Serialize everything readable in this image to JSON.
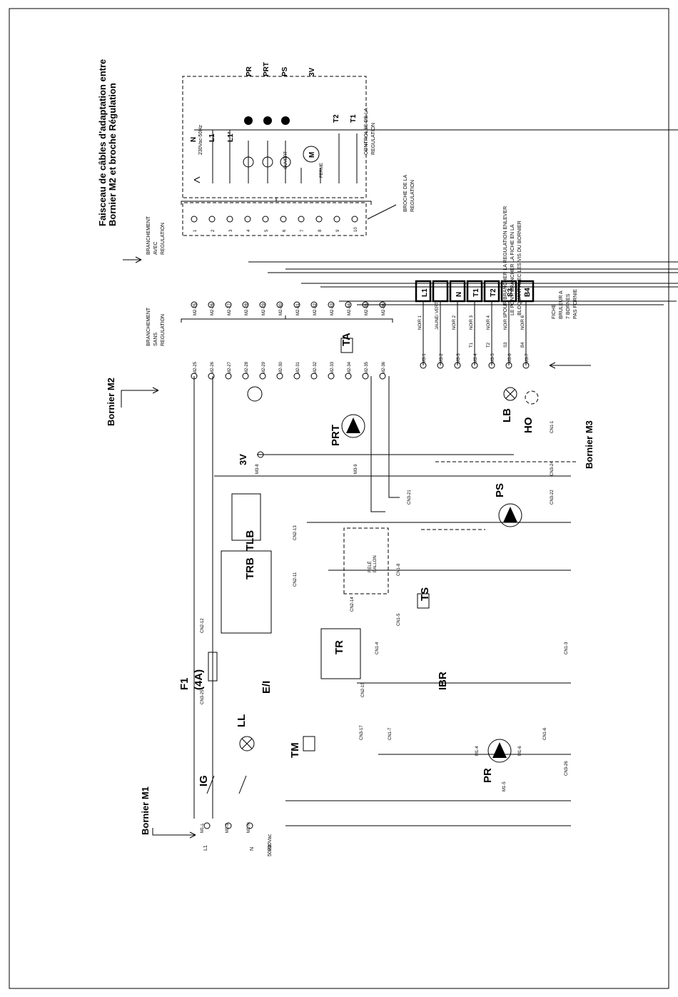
{
  "labels": {
    "title": "Faisceau de câbles d'adaptation entre",
    "title2": "Bornier M2 et broche Régulation",
    "bornier_m2": "Bornier M2",
    "bornier_m3": "Bornier M3",
    "bornier_m1": "Bornier M1",
    "avec1": "BRANCHEMENT",
    "avec2": "AVEC",
    "avec3": "REGULATION",
    "sans1": "BRANCHEMENT",
    "sans2": "SANS",
    "sans3": "REGULATION",
    "broche1": "BROCHE DE LA",
    "broche2": "REGULATION",
    "ctrl1": "CONTROLES DE LA",
    "ctrl2": "REGULATION",
    "supply_reg": "230Vac-50Hz",
    "supply1": "230Vac",
    "supply2": "50Hz",
    "note1": "POUR BRANCHER LA REGULATION ENLEVER",
    "note2": "LE PONT, BRANCHER LA FICHE EN LA",
    "note3": "BLOQUANT AVEC LES VIS DU BORNIER",
    "fiche1": "FICHE",
    "fiche2": "BRULEUR A",
    "fiche3": "7 BORNES",
    "fiche4": "PAS FORNIE",
    "reg_top": [
      "PR",
      "PRT",
      "PS",
      "3V"
    ],
    "reg_left": [
      "N",
      "L1",
      "L1'",
      "T2",
      "T1"
    ],
    "ouvert": "OUVERT",
    "ferme": "FERME",
    "motor": "M",
    "reg_pins": [
      "1",
      "2",
      "3",
      "4",
      "5",
      "6",
      "7",
      "8",
      "9",
      "10"
    ],
    "m2_avec": [
      "M2-25",
      "M2-26",
      "M2-27",
      "M2-28",
      "M2-29",
      "M2-30",
      "M2-31",
      "M2-32",
      "M2-33",
      "M2-34",
      "M2-35",
      "M2-36"
    ],
    "m2_sans": [
      "M2-25",
      "M2-26",
      "M2-27",
      "M2-28",
      "M2-29",
      "M2-30",
      "M2-31",
      "M2-32",
      "M2-33",
      "M2-34",
      "M2-35",
      "M2-36"
    ],
    "plug_boxes": [
      "L1",
      "",
      "N",
      "T1",
      "T2",
      "S3",
      "B4"
    ],
    "m3_wires": [
      "NOIR 1",
      "JAUNE/ VERT",
      "NOIR 2",
      "NOIR 3",
      "NOIR 4",
      "NOIR 5",
      "NOIR 6"
    ],
    "m3_sig": [
      "",
      "",
      "",
      "T1",
      "T2",
      "S3",
      "B4"
    ],
    "m3_pins": [
      "M3-1",
      "M3-2",
      "M3-3",
      "M3-4",
      "M3-5",
      "M3-6",
      "M3-7"
    ],
    "comps": {
      "ta": "TA",
      "prt": "PRT",
      "v3": "3V",
      "m38": "M3-8",
      "m39": "M3-9",
      "lb": "LB",
      "ho": "HO",
      "ps": "PS",
      "tlb": "TLB",
      "trb": "TRB",
      "relay1": "RELÉ",
      "relay2": "BALLON",
      "ts": "TS",
      "tr": "TR",
      "ibr": "IBR",
      "f1": "F1",
      "f1r": "(4A)",
      "ei": "E/I",
      "tm": "TM",
      "ll": "LL",
      "ig": "IG",
      "pr": "PR",
      "m1_4": "M1-4",
      "m1_5": "M1-5",
      "m1_6": "M1-6",
      "m1_l": "M1-L",
      "m1_2": "M1-2",
      "m1_n": "M1-N",
      "l1": "L1",
      "n": "N"
    },
    "cn": {
      "cn11": "CN1-1",
      "cn324": "CN3-24",
      "cn322": "CN3-22",
      "cn321": "CN3-21",
      "cn213": "CN2-13",
      "cn211": "CN2-11",
      "cn18": "CN1-8",
      "cn214": "CN2-14",
      "cn15": "CN1-5",
      "cn14": "CN1-4",
      "cn13": "CN1-3",
      "cn212": "CN2-12",
      "cn325": "CN3-25",
      "cn215": "CN2-15",
      "cn317": "CN3-17",
      "cn17": "CN1-7",
      "cn16": "CN1-6",
      "cn326": "CN3-26"
    }
  }
}
